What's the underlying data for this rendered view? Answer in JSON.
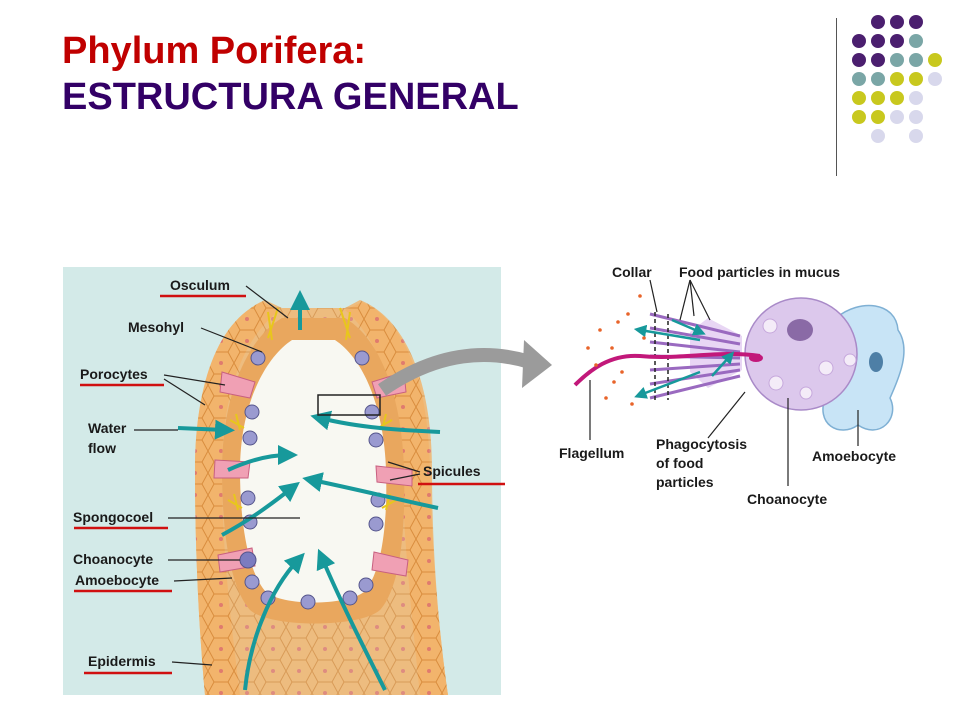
{
  "title": {
    "line1": "Phylum Porifera:",
    "line2": "ESTRUCTURA GENERAL"
  },
  "colors": {
    "title_red": "#c00000",
    "title_purple": "#330066",
    "dot_purple": "#4b1f6f",
    "dot_teal": "#7aa6a6",
    "dot_olive": "#c8c81e",
    "dot_lavender": "#d8d8ec",
    "water_flow": "#17999b",
    "underline": "#d01010"
  },
  "sponge_diagram": {
    "labels": {
      "osculum": "Osculum",
      "mesohyl": "Mesohyl",
      "porocytes": "Porocytes",
      "water_flow_1": "Water",
      "water_flow_2": "flow",
      "spicules": "Spicules",
      "spongocoel": "Spongocoel",
      "choanocyte": "Choanocyte",
      "amoebocyte": "Amoebocyte",
      "epidermis": "Epidermis"
    }
  },
  "cell_diagram": {
    "labels": {
      "collar": "Collar",
      "food_particles": "Food particles in mucus",
      "flagellum": "Flagellum",
      "phagocytosis_1": "Phagocytosis",
      "phagocytosis_2": "of food",
      "phagocytosis_3": "particles",
      "amoebocyte": "Amoebocyte",
      "choanocyte": "Choanocyte"
    }
  }
}
